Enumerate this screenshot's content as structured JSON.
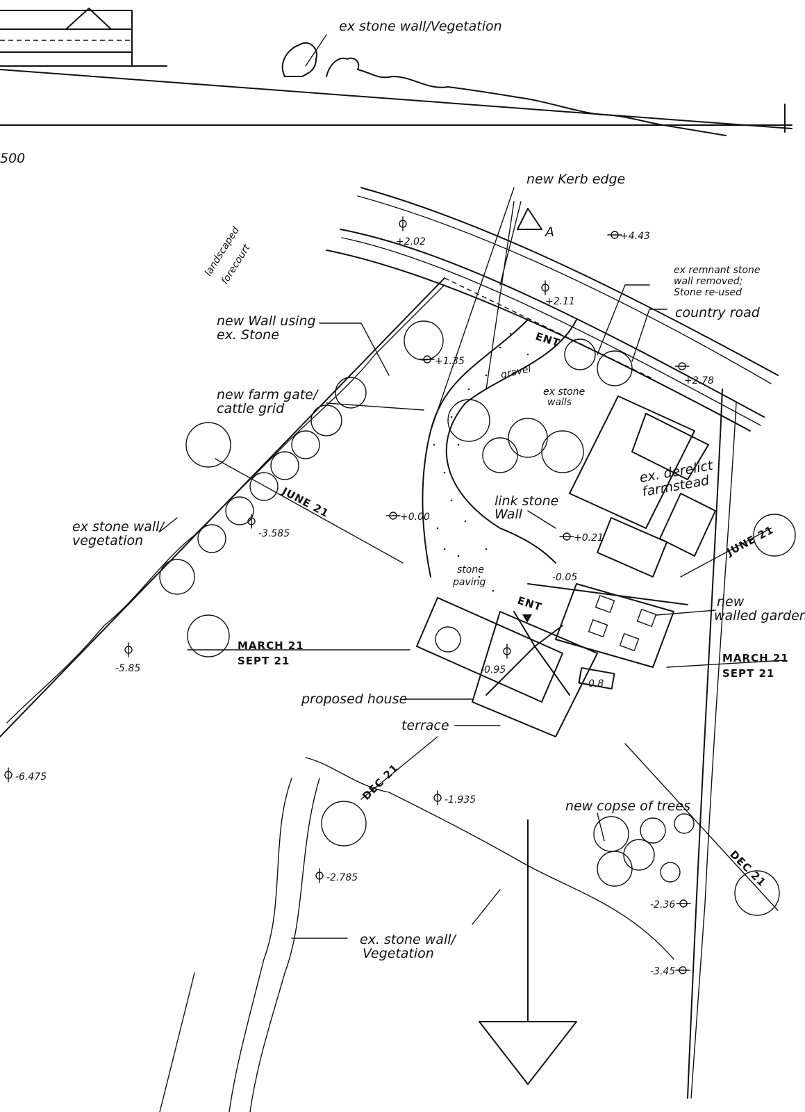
{
  "title_scale": "500",
  "section_marker": "A",
  "labels": {
    "section_wall": "ex stone wall/Vegetation",
    "kerb": "new Kerb edge",
    "forecourt_1": "landscaped",
    "forecourt_2": "forecourt",
    "new_wall_1": "new Wall using",
    "new_wall_2": "ex. Stone",
    "gate_1": "new farm gate/",
    "gate_2": "cattle grid",
    "remnant_1": "ex remnant stone",
    "remnant_2": "wall removed;",
    "remnant_3": "Stone re-used",
    "road": "country road",
    "ent_top": "ENT",
    "gravel": "gravel",
    "stone_walls_1": "ex stone",
    "stone_walls_2": "walls",
    "farmstead_1": "ex. derelict",
    "farmstead_2": "farmstead",
    "link_1": "link stone",
    "link_2": "Wall",
    "west_wall_1": "ex stone wall/",
    "west_wall_2": "vegetation",
    "paving_1": "stone",
    "paving_2": "paving",
    "walled_1": "new",
    "walled_2": "walled garden",
    "ent_house": "ENT",
    "house": "proposed house",
    "terrace": "terrace",
    "copse": "new copse of trees",
    "south_wall_1": "ex. stone wall/",
    "south_wall_2": "Vegetation"
  },
  "sun": {
    "june_w": "JUNE 21",
    "june_e": "JUNE 21",
    "march_w": "MARCH 21",
    "sept_w": "SEPT 21",
    "march_e": "MARCH 21",
    "sept_e": "SEPT 21",
    "dec_w": "DEC 21",
    "dec_e": "DEC 21"
  },
  "levels": {
    "l1": "+2.02",
    "l2": "+4.43",
    "l3": "+2.11",
    "l4": "+1.35",
    "l5": "+2.78",
    "l6": "-3.585",
    "l7": "+0.00",
    "l8": "+0.21",
    "l9": "-5.85",
    "l10": "-0.95",
    "l11": "-0.8",
    "l12": "-0.05",
    "l13": "-6.475",
    "l14": "-1.935",
    "l15": "-2.785",
    "l16": "-2.36",
    "l17": "-3.45"
  }
}
